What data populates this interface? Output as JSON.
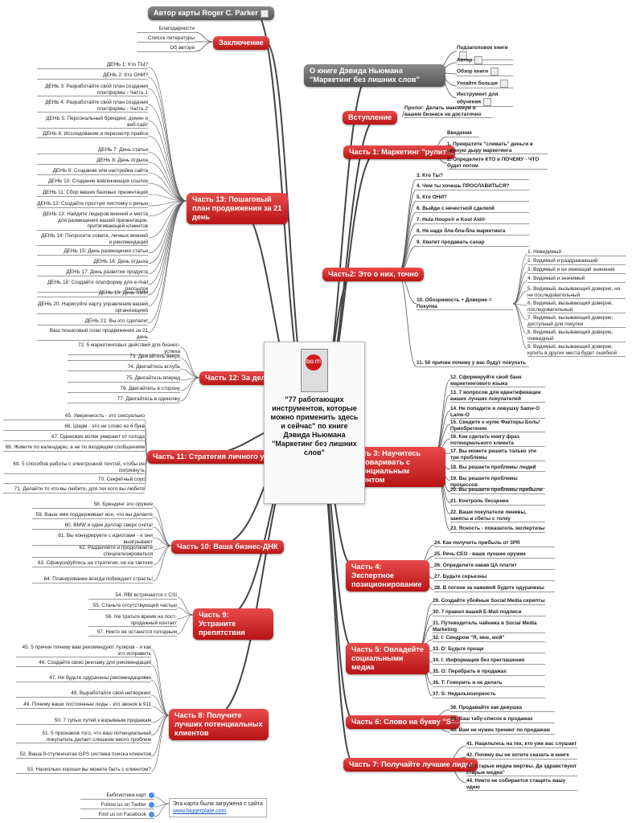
{
  "center": {
    "title": "\"77 работающих инструментов, которые можно применить здесь и сейчас\" по книге Дэвида Ньюмана \"Маркетинг без лишних слов\"",
    "cover_text": "DO IT!"
  },
  "author": "Автор карты Roger C. Parker",
  "conclusion": {
    "label": "Заключение",
    "items": [
      "Благодарности",
      "Список литературы",
      "Об авторе"
    ]
  },
  "about": {
    "label": "О книге Дэвида Ньюмана \"Маркетинг без лишних слов\"",
    "items": [
      "Подзаголовок книги",
      "Автор",
      "Обзор книги",
      "Узнайте больше",
      "Инструмент для обучения"
    ]
  },
  "intro": {
    "label": "Вступление",
    "items": [
      "Пролог: Делать максимум в вашем бизнесе не достаточно"
    ]
  },
  "p1": {
    "label": "Часть 1: Маркетинг \"рулит\"",
    "items": [
      "Введение",
      "1. Прекратите \"сливать\" деньги в черную дыру маркетинга",
      "2. Определите КТО и ПОЧЕМУ - ЧТО будет потом"
    ]
  },
  "p2": {
    "label": "Часть2: Это о них, точно",
    "items": [
      "3. Кто Ты?",
      "4. Чем ты хочешь ПРОСЛАВИТЬСЯ?",
      "5. Кто ОНИ?",
      "6. Выйди с нечестной сделкой",
      "7. Hula Hoops® и Kool Aid®",
      "8. Не надо бла-бла-бла маркетинга",
      "9. Хватит продавать сахар",
      "10. Обозримость + Доверие = Покупка",
      "11. 50 причин почему у вас будут покупать"
    ],
    "sub": [
      "1. Невидимый",
      "2. Видимый и раздражающий",
      "3. Видимый и не имеющий значения",
      "4. Видимый и значимый",
      "5. Видимый, вызывающий доверие, но не последовательный",
      "6. Видимый, вызывающий доверие, последовательный",
      "7. Видимый, вызывающий доверие, доступный для покупки",
      "8. Видимый, вызывающий доверие, очевидный",
      "9. Видимый, вызывающий доверие, купить в других места будет ошибкой"
    ]
  },
  "p3": {
    "label": "Часть 3: Научитесь разговаривать с потенциальным клиентом",
    "items": [
      "12. Сформируйте свой банк маркетингового языка",
      "13. 7 вопросов для идентификации ваших лучших покупателей",
      "14. Не попадите в ловушку Same-O Lame-O",
      "15. Сведите к нулю Факторы Боль/Приобретение",
      "16. Как сделать книгу фраз потенциального клиента",
      "17. Вы можете решить только эти три проблемы",
      "18. Вы решаете проблемы людей",
      "19. Вы решаете проблемы процессов",
      "20. Вы решаете проблемы прибыли",
      "21. Контроль бесценен",
      "22. Ваши покупатели ленивы, заняты и сбиты с толку",
      "23. Ясность - показатель экспертизы"
    ]
  },
  "p4": {
    "label": "Часть 4: Экспертное позиционирование",
    "items": [
      "24. Как получить прибыль от 3PR",
      "25. Речь CEO - ваше лучшее оружие",
      "26. Определите какая ЦА платит",
      "27. Будьте серьезны",
      "28. В погоне за наживой будете одурачены"
    ]
  },
  "p5": {
    "label": "Часть 5: Овладейте социальными медиа",
    "items": [
      "29. Создайте убойные Social Media скрипты",
      "30. 7 правил вашей E-Mail подписи",
      "31. Путеводитель чайника в Social Media Marketing",
      "32. I: Синдром \"Я, мне, мой\"",
      "33. D: Будьте проще",
      "34. I: Информация без приглашения",
      "35. O: Перебрать в продажах",
      "36. T: Говорить и не делать",
      "37. S: Недальнозоркость"
    ]
  },
  "p6": {
    "label": "Часть 6: Слово на букву \"S\"",
    "items": [
      "38. Продавайте как девушка",
      "39. Ваш табу-список в продажах",
      "40. Вам не нужен тренинг по продажам"
    ]
  },
  "p7": {
    "label": "Часть 7: Получайте лучшие лиды",
    "items": [
      "41. Нацельтесь на тех, кто уже вас слушает",
      "42. Почему вы не хотите сказать в книге",
      "43. Старые медиа мертвы. Да здравствуют старые медиа\"",
      "44. Никто не собирается стащить вашу идею"
    ]
  },
  "p8": {
    "label": "Часть 8: Получите лучших потенциальных клиентов",
    "items": [
      "45. 5 причин почему вам рекомендуют лузеров - и как это исправить",
      "46. Создайте свою рекламу для рекомендаций",
      "47. Не будьте одурачены рекомендациями",
      "48. Выработайте свой нетворкинг",
      "49. Почему ваши постоянные лиды - это звонок в 911",
      "50. 7 тупых путей к взрывным продажам",
      "51. 5 признаков того, что ваш потенциальный покупатель делает слишком много проблем",
      "52. Ваша 9-ступенчатая GPS система поиска клиентов",
      "53. Насколько хороши вы можете быть с клиентом?"
    ]
  },
  "p9": {
    "label": "Часть 9: Устраните препятствия",
    "items": [
      "54. RBI встречается с CSI",
      "55. Станьте отсутствующей частью",
      "56. Не тратьте время на пост-продажный контакт",
      "57. Никто не останется голодным"
    ]
  },
  "p10": {
    "label": "Часть 10: Ваша бизнес-ДНК",
    "items": [
      "58. Брендинг это оружие",
      "59. Ваше имя поддерживает все, что вы делаете",
      "60. BMW и один доллар сверх счета!",
      "61. Вы конкурируете с идиотами - и они выигрывают",
      "62. Разделяйте и продолжайте специализироваться",
      "63. Сфокусируйтесь на стратегии, не на тактике",
      "64. Планирование всегда побеждает страсть!"
    ]
  },
  "p11": {
    "label": "Часть 11: Стратегия личного успеха",
    "items": [
      "65. Уверенность - это сексуально",
      "66. Шарм - это не слово из 4 букв",
      "67. Одинокие волки умирают от голода",
      "68. Живите по календарю, а не по входящим сообщениям",
      "69. 5 способов работы с электронной почтой, чтобы не погрязнуть",
      "70. Секретный соус",
      "71. Делайте то что вы любите, для тех кого вы любите"
    ]
  },
  "p12": {
    "label": "Часть 12: За дело",
    "items": [
      "72. 5 маркетинговых действий для бизнес-успеха",
      "73. Двигайтесь вверх",
      "74. Двигайтесь вглубь",
      "75. Двигайтесь вперед",
      "76. Двигайтесь в сторону",
      "77. Двигайтесь в одиночку"
    ]
  },
  "p13": {
    "label": "Часть 13: Пошаговый план продвижения за 21 день",
    "items": [
      "ДЕНЬ 1: Кто ТЫ?",
      "ДЕНЬ 2: Кто ОНИ?",
      "ДЕНЬ 3: Разработайте свой план создания платформы - Часть 1",
      "ДЕНЬ 4: Разработайте свой план создания платформы - Часть 2",
      "ДЕНЬ 5: Персональный брендинг, домен и веб-сайт",
      "ДЕНЬ 6: Исследование и пересмотр прайса",
      "ДЕНЬ 7: День статьи",
      "ДЕНЬ 8: День отдыха",
      "ДЕНЬ 9: Создание или настройка сайта",
      "ДЕНЬ 10: Создание вовлекающих ссылок",
      "ДЕНЬ 11: Сбор ваших базовых презентаций",
      "ДЕНЬ 12: Создайте простую листовку с речью",
      "ДЕНЬ 13: Найдите лидеров мнений и места для размещения вашей презентации, притягивающей клиентов",
      "ДЕНЬ 14: Попросите совета, личных мнений и рекомендаций",
      "ДЕНЬ 15: День размещения статьи",
      "ДЕНЬ 16: День отдыха",
      "ДЕНЬ 17: День развития продукта",
      "ДЕНЬ 18: Создайте платформу для e-mail рассылок",
      "ДЕНЬ 19: День SMM",
      "ДЕНЬ 20: Нарисуйте карту управления вашей организацией",
      "ДЕНЬ 21: Вы это сделали!",
      "Ваш пошаговый план продвижения за 21 день"
    ]
  },
  "links": [
    "Библиотека карт",
    "Follow us on Twitter",
    "Find us on Facebook"
  ],
  "info": {
    "text": "Эта карта была загружена с сайта",
    "url": "www.biggerplate.com"
  }
}
